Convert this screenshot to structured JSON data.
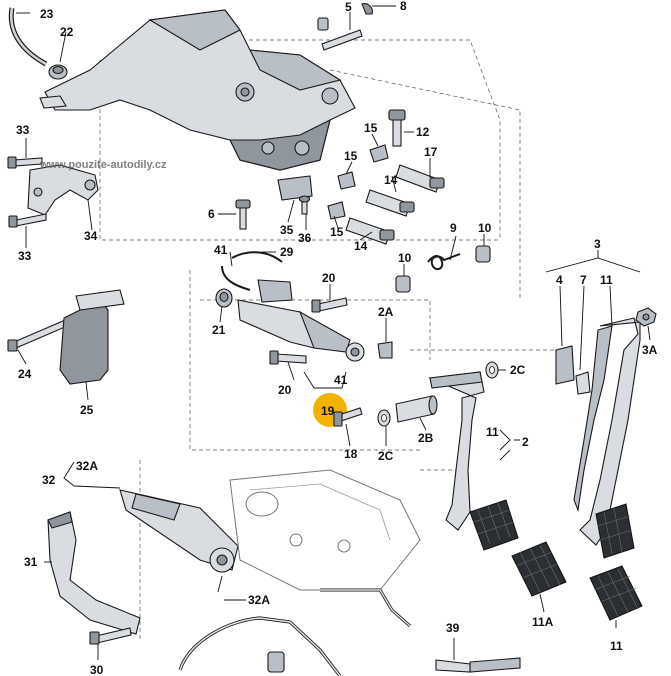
{
  "watermark": "www.pouzite-autodily.cz",
  "highlight_color": "#f2b300",
  "labels": {
    "l23": "23",
    "l22": "22",
    "l5": "5",
    "l8": "8",
    "l33a": "33",
    "l33b": "33",
    "l34": "34",
    "l6": "6",
    "l35": "35",
    "l36": "36",
    "l12": "12",
    "l15a": "15",
    "l15b": "15",
    "l15c": "15",
    "l17": "17",
    "l14a": "14",
    "l14b": "14",
    "l9": "9",
    "l10a": "10",
    "l10b": "10",
    "l41a": "41",
    "l29": "29",
    "l20a": "20",
    "l20b": "20",
    "l21": "21",
    "l2A": "2A",
    "l41b": "41",
    "l19": "19",
    "l18": "18",
    "l2Ca": "2C",
    "l2Cb": "2C",
    "l2B": "2B",
    "l24": "24",
    "l25": "25",
    "l3": "3",
    "l4": "4",
    "l7": "7",
    "l11a": "11",
    "l3A": "3A",
    "l11b": "11",
    "l2": "2",
    "l11A": "11A",
    "l11c": "11",
    "l32": "32",
    "l32A": "32A",
    "l32Ab": "32A",
    "l31": "31",
    "l30": "30",
    "l39": "39"
  }
}
